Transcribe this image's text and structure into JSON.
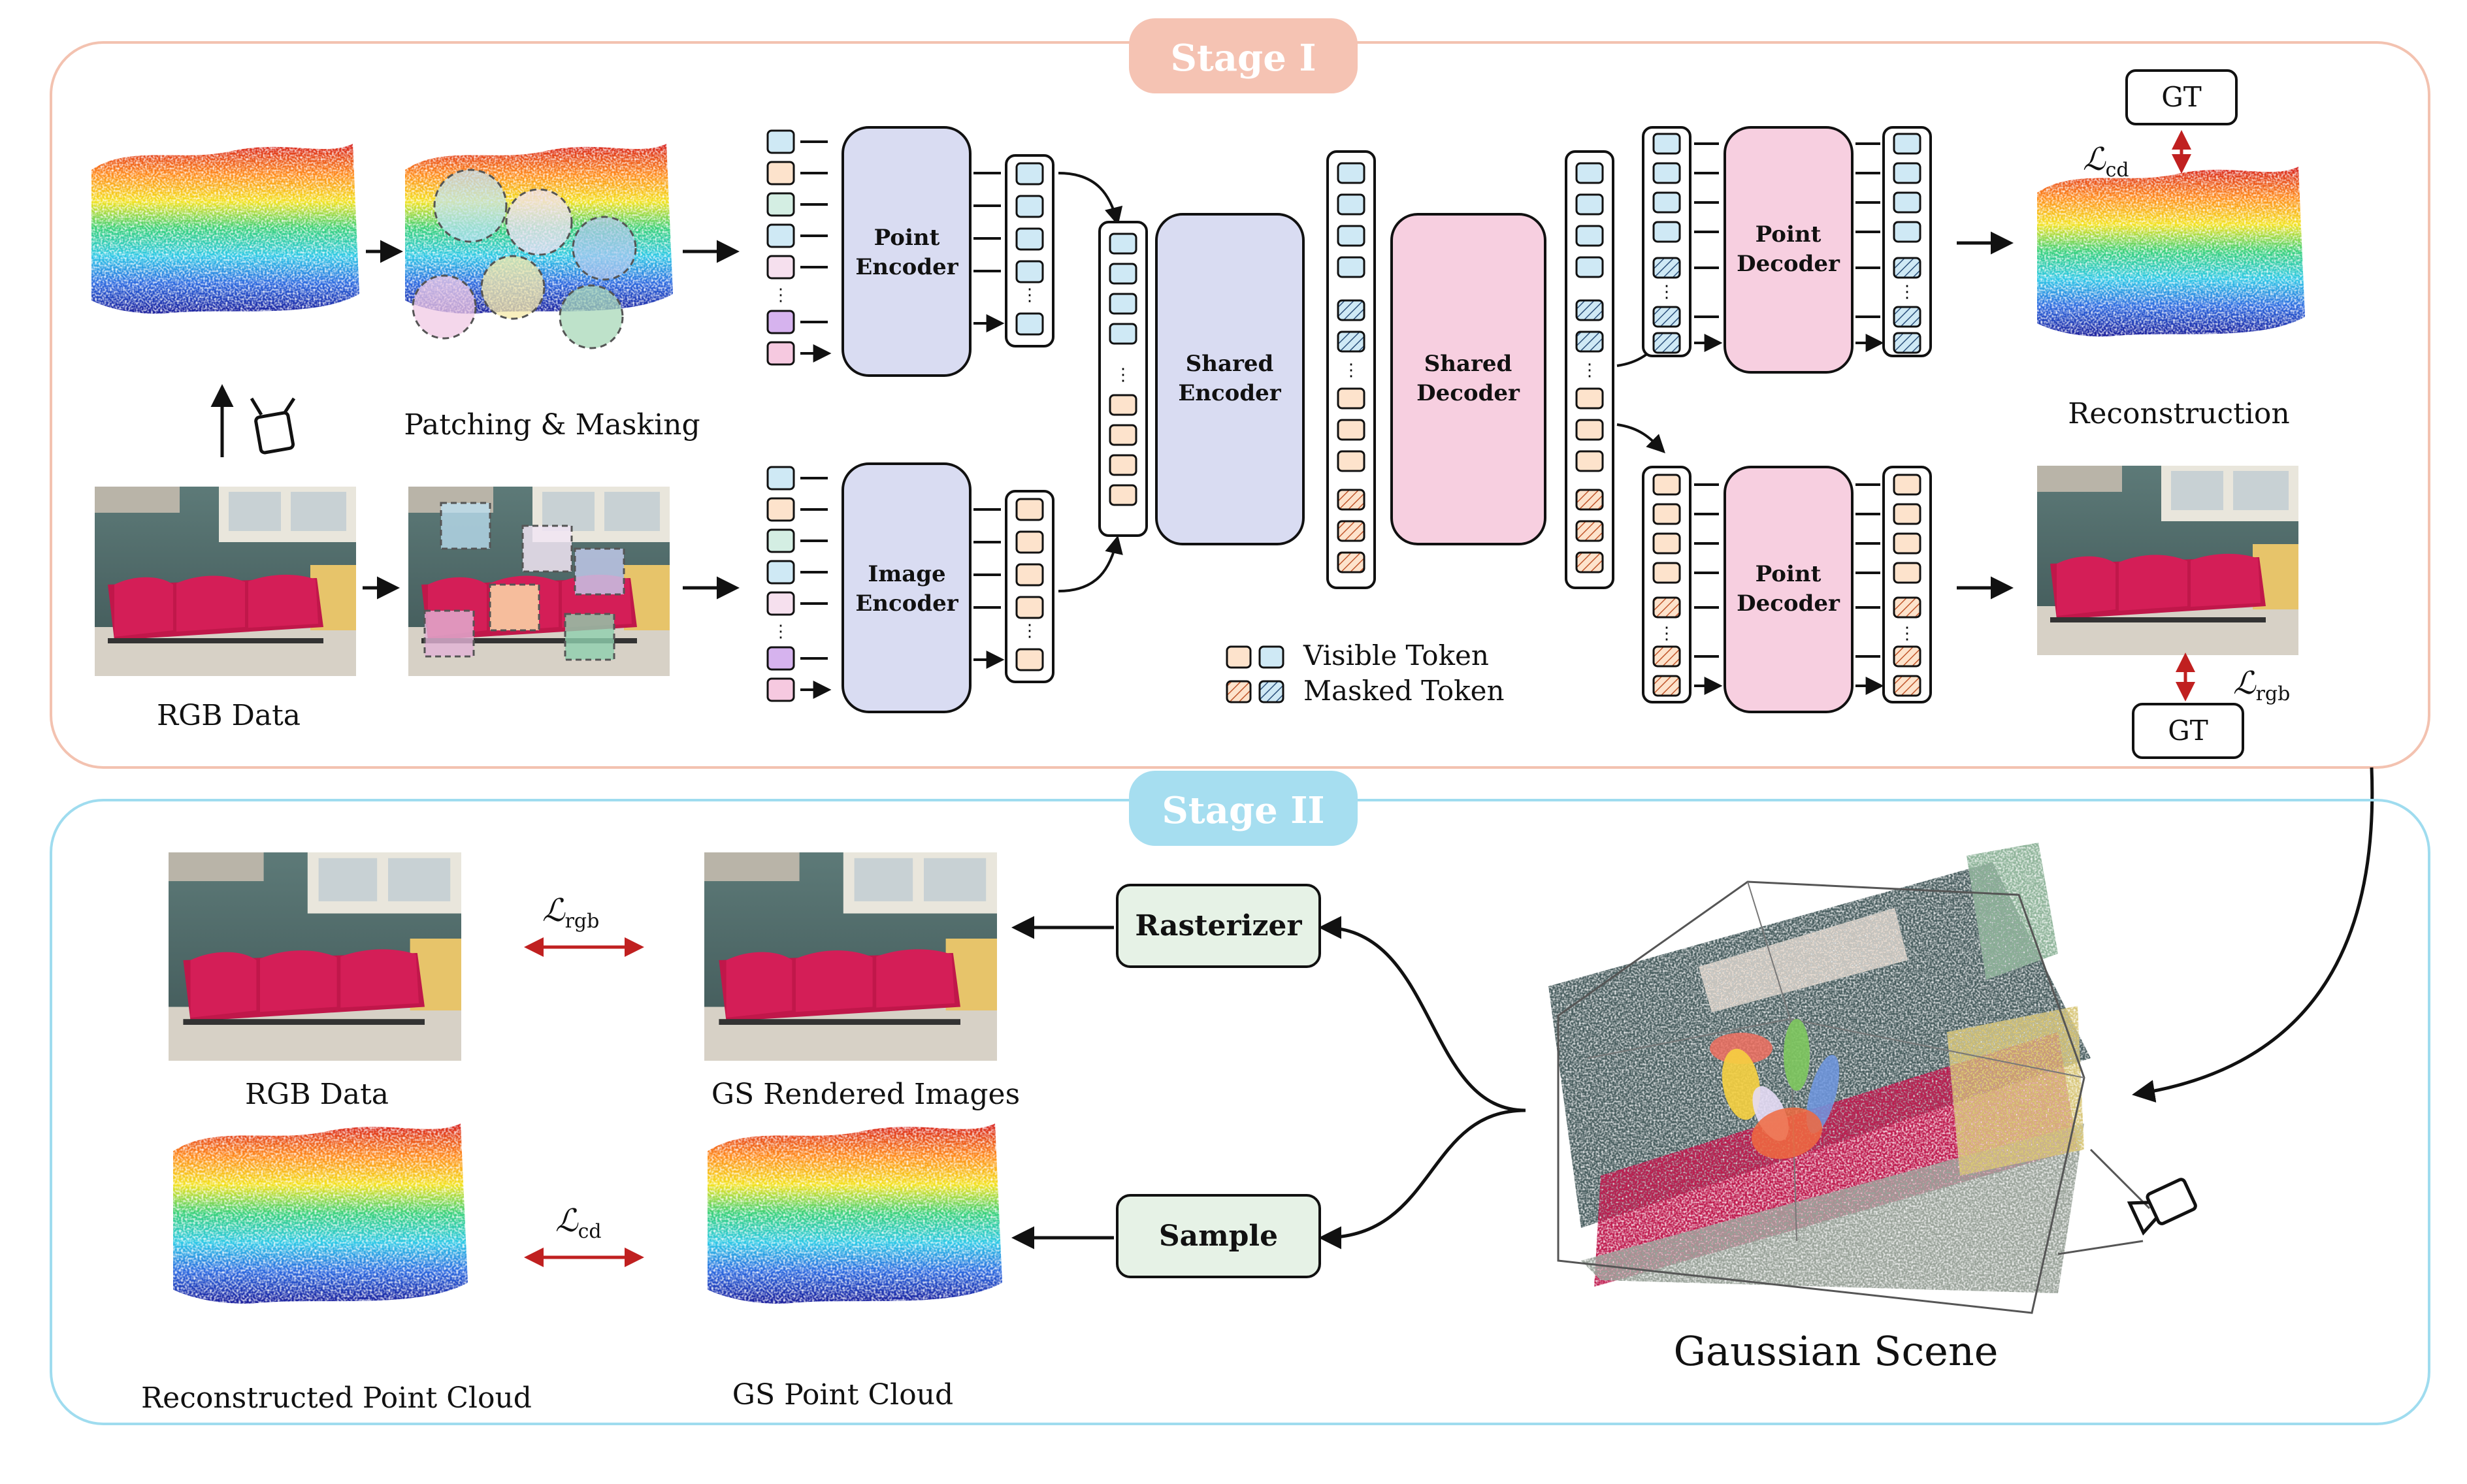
{
  "stage1": {
    "label": "Stage I",
    "patching_label": "Patching & Masking",
    "rgb_label": "RGB Data",
    "point_encoder": [
      "Point",
      "Encoder"
    ],
    "image_encoder": [
      "Image",
      "Encoder"
    ],
    "shared_encoder": [
      "Shared",
      "Encoder"
    ],
    "shared_decoder": [
      "Shared",
      "Decoder"
    ],
    "point_decoder_top": [
      "Point",
      "Decoder"
    ],
    "point_decoder_bottom": [
      "Point",
      "Decoder"
    ],
    "reconstruction_label": "Reconstruction",
    "gt_top": "GT",
    "gt_bottom": "GT",
    "loss_cd": "ℒ",
    "loss_cd_sub": "cd",
    "loss_rgb": "ℒ",
    "loss_rgb_sub": "rgb",
    "legend": {
      "visible": "Visible Token",
      "masked": "Masked Token"
    }
  },
  "stage2": {
    "label": "Stage II",
    "rgb_label": "RGB Data",
    "gs_rendered_label": "GS Rendered Images",
    "recon_pc_label": "Reconstructed Point Cloud",
    "gs_pc_label": "GS Point Cloud",
    "rasterizer": "Rasterizer",
    "sample": "Sample",
    "gaussian_scene": "Gaussian Scene",
    "loss_rgb": "ℒ",
    "loss_rgb_sub": "rgb",
    "loss_cd": "ℒ",
    "loss_cd_sub": "cd"
  },
  "colors": {
    "stage1_border": "#f3c2b0",
    "stage1_badge": "#f5c3b3",
    "stage2_border": "#9fdcef",
    "stage2_badge": "#a6def0",
    "encoder_fill": "#d9dcf2",
    "decoder_fill": "#f7cfe0",
    "token_blue": "#cfe9f5",
    "token_peach": "#fde3cc",
    "token_green": "#d4eee3",
    "token_purple": "#e1cdf0",
    "token_pink": "#f6c9e0",
    "box_fill": "#e6f2e6",
    "loss_arrow": "#c02020"
  }
}
